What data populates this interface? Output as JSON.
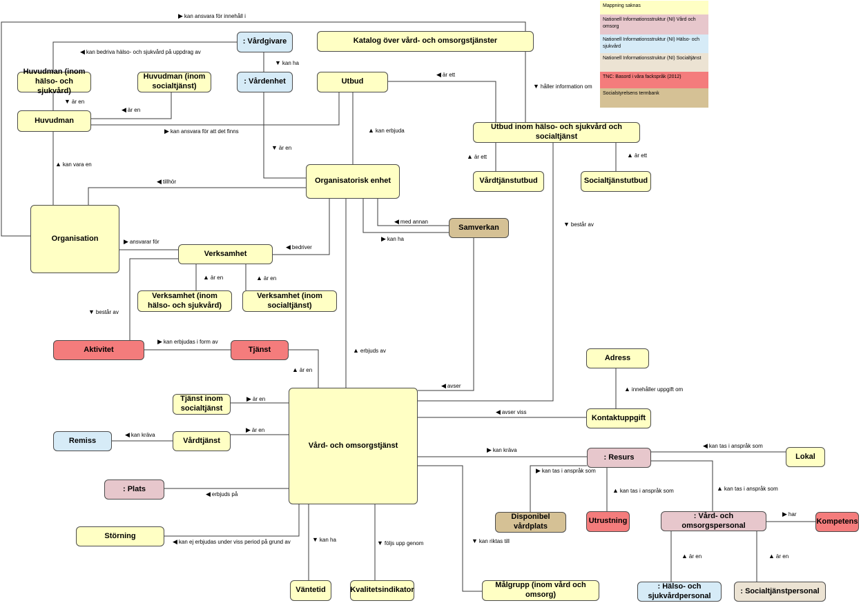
{
  "legend": [
    {
      "id": "l-none",
      "text": "Mappning saknas",
      "color": "#ffffc4"
    },
    {
      "id": "l-ni-vo",
      "text": "Nationell Informationsstruktur (NI) Vård och omsorg",
      "color": "#e7c7cc"
    },
    {
      "id": "l-ni-hs",
      "text": "Nationell Informationsstruktur (NI) Hälso- och sjukvård",
      "color": "#d6ebf7"
    },
    {
      "id": "l-ni-soc",
      "text": "Nationell Informationsstruktur (NI) Socialtjänst",
      "color": "#ece3d3"
    },
    {
      "id": "l-tnc",
      "text": "TNC: Basord i våra fackspråk (2012)",
      "color": "#f47c7c"
    },
    {
      "id": "l-sos",
      "text": "Socialstyrelsens termbank",
      "color": "#d5c195"
    }
  ],
  "nodes": {
    "vardgivare": ": Vårdgivare",
    "vardenhet": ": Vårdenhet",
    "katalog": "Katalog över vård- och omsorgstjänster",
    "huvudman_hs": "Huvudman (inom hälso- och sjukvård)",
    "huvudman_soc": "Huvudman (inom socialtjänst)",
    "utbud": "Utbud",
    "huvudman": "Huvudman",
    "utbud_inom": "Utbud inom hälso- och sjukvård och socialtjänst",
    "org_enhet": "Organisatorisk enhet",
    "vardtjanstutbud": "Vårdtjänstutbud",
    "socialtjanstutbud": "Socialtjänstutbud",
    "organisation": "Organisation",
    "samverkan": "Samverkan",
    "verksamhet": "Verksamhet",
    "verksamhet_hs": "Verksamhet (inom hälso- och sjukvård)",
    "verksamhet_soc": "Verksamhet (inom socialtjänst)",
    "aktivitet": "Aktivitet",
    "tjanst": "Tjänst",
    "adress": "Adress",
    "tjanst_soc": "Tjänst inom socialtjänst",
    "vard_omsorgstjanst": "Vård- och omsorgstjänst",
    "kontaktuppgift": "Kontaktuppgift",
    "remiss": "Remiss",
    "vardtjanst": "Vårdtjänst",
    "resurs": ": Resurs",
    "lokal": "Lokal",
    "plats": ": Plats",
    "disponibel": "Disponibel vårdplats",
    "utrustning": "Utrustning",
    "personal": ": Vård- och omsorgspersonal",
    "kompetens": "Kompetens",
    "storning": "Störning",
    "vantetid": "Väntetid",
    "kvalitetsindikator": "Kvalitetsindikator",
    "malgrupp": "Målgrupp (inom vård och omsorg)",
    "hs_personal": ": Hälso- och sjukvårdpersonal",
    "soc_personal": ": Socialtjänstpersonal"
  },
  "labels": {
    "kan_ansvara_innehall": {
      "text": "kan ansvara för innehåll i",
      "dir": "right"
    },
    "kan_bedriva": {
      "text": "kan bedriva hälso- och sjukvård på uppdrag av",
      "dir": "left"
    },
    "kan_ha_vg": {
      "text": "kan ha",
      "dir": "down"
    },
    "ar_en_hm": {
      "text": "är en",
      "dir": "down"
    },
    "ar_en_hm2": {
      "text": "är en",
      "dir": "left"
    },
    "ar_ett_utbud": {
      "text": "är ett",
      "dir": "left"
    },
    "haller_info": {
      "text": "håller information om",
      "dir": "down"
    },
    "kan_ansvara_finns": {
      "text": "kan ansvara för att det finns",
      "dir": "right"
    },
    "kan_erbjuda": {
      "text": "kan erbjuda",
      "dir": "up"
    },
    "ar_en_ve": {
      "text": "är en",
      "dir": "down"
    },
    "kan_vara_en": {
      "text": "kan vara en",
      "dir": "up"
    },
    "ar_ett_vtu": {
      "text": "är ett",
      "dir": "up"
    },
    "ar_ett_stu": {
      "text": "är ett",
      "dir": "up"
    },
    "tillhor": {
      "text": "tillhör",
      "dir": "left"
    },
    "med_annan": {
      "text": "med annan",
      "dir": "left"
    },
    "kan_ha_samv": {
      "text": "kan ha",
      "dir": "right"
    },
    "bestar_av_utbud": {
      "text": "består av",
      "dir": "down"
    },
    "ansvarar_for": {
      "text": "ansvarar för",
      "dir": "right"
    },
    "bedriver": {
      "text": "bedriver",
      "dir": "left"
    },
    "ar_en_vhs": {
      "text": "är en",
      "dir": "up"
    },
    "ar_en_vsoc": {
      "text": "är en",
      "dir": "up"
    },
    "bestar_av_vh": {
      "text": "består av",
      "dir": "down"
    },
    "kan_erbjudas": {
      "text": "kan erbjudas i form av",
      "dir": "right"
    },
    "erbjuds_av": {
      "text": "erbjuds av",
      "dir": "up"
    },
    "ar_en_tjanst": {
      "text": "är en",
      "dir": "up"
    },
    "innehaller": {
      "text": "innehåller uppgift om",
      "dir": "up"
    },
    "avser": {
      "text": "avser",
      "dir": "left"
    },
    "ar_en_tsoc": {
      "text": "är en",
      "dir": "right"
    },
    "avser_viss": {
      "text": "avser viss",
      "dir": "left"
    },
    "kan_krava_remiss": {
      "text": "kan kräva",
      "dir": "left"
    },
    "ar_en_vt": {
      "text": "är en",
      "dir": "right"
    },
    "kan_krava_resurs": {
      "text": "kan kräva",
      "dir": "right"
    },
    "kan_tas_lokal": {
      "text": "kan tas i anspråk som",
      "dir": "left"
    },
    "kan_tas_disp": {
      "text": "kan tas i anspråk som",
      "dir": "right"
    },
    "erbjuds_pa": {
      "text": "erbjuds på",
      "dir": "left"
    },
    "kan_tas_utr": {
      "text": "kan tas i anspråk som",
      "dir": "up"
    },
    "kan_tas_pers": {
      "text": "kan tas i anspråk som",
      "dir": "up"
    },
    "har": {
      "text": "har",
      "dir": "right"
    },
    "kan_ha_vt": {
      "text": "kan ha",
      "dir": "down"
    },
    "foljs_upp": {
      "text": "följs upp genom",
      "dir": "down"
    },
    "kan_riktas": {
      "text": "kan riktas till",
      "dir": "down"
    },
    "kan_ej": {
      "text": "kan ej erbjudas under viss period på grund av",
      "dir": "left"
    },
    "ar_en_hsp": {
      "text": "är en",
      "dir": "up"
    },
    "ar_en_socp": {
      "text": "är en",
      "dir": "up"
    }
  }
}
